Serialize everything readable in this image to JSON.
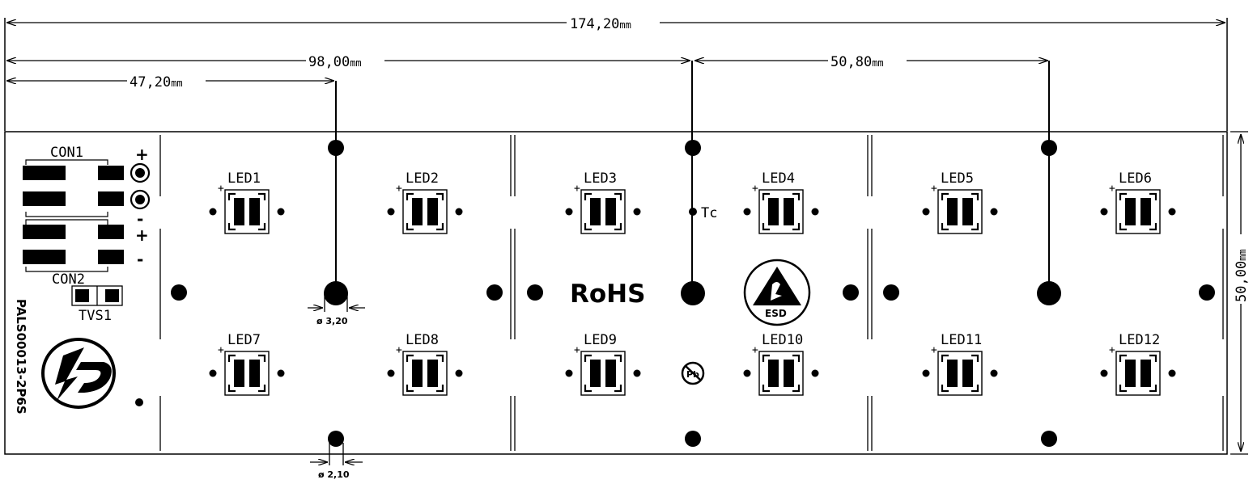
{
  "dimensions": {
    "overall_width": "174,20",
    "to_center": "98,00",
    "pitch": "50,80",
    "first_hole": "47,20",
    "height": "50,00",
    "unit": "mm"
  },
  "hole_callouts": {
    "large": "ø 3,20",
    "small": "ø 2,10"
  },
  "connectors": {
    "con1": "CON1",
    "con2": "CON2",
    "tvs": "TVS1",
    "plus": "+",
    "minus": "-"
  },
  "leds": [
    "LED1",
    "LED2",
    "LED3",
    "LED4",
    "LED5",
    "LED6",
    "LED7",
    "LED8",
    "LED9",
    "LED10",
    "LED11",
    "LED12"
  ],
  "marks": {
    "rohs": "RoHS",
    "esd": "ESD",
    "tc": "Tc",
    "part_number": "PALS00013-2P6S"
  }
}
